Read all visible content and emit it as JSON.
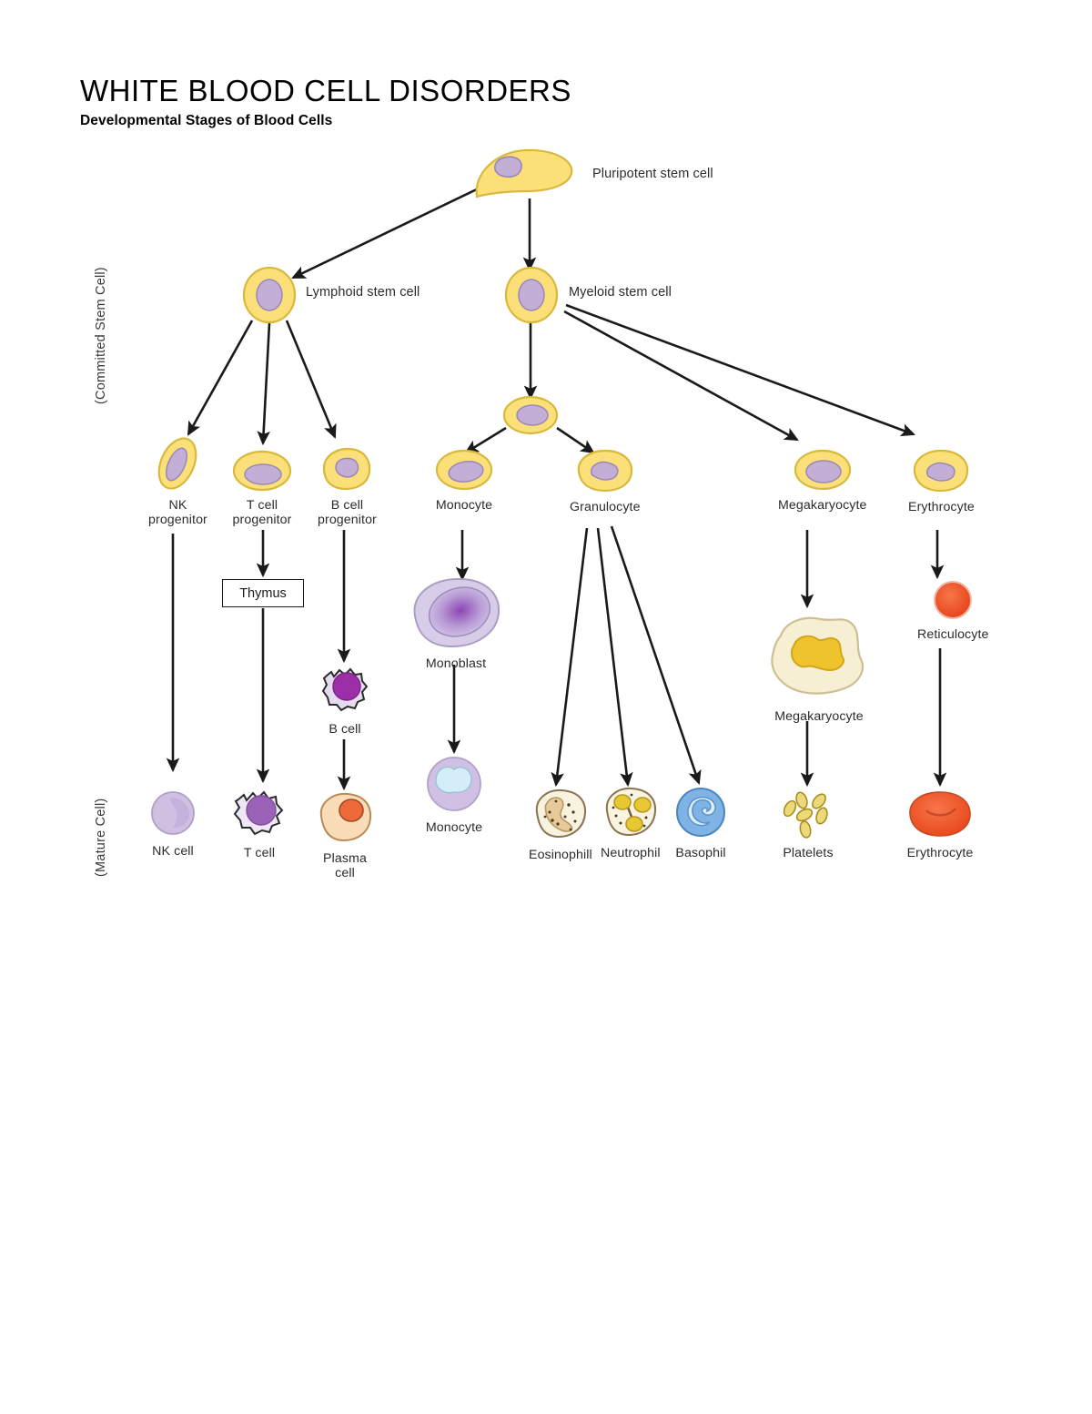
{
  "document": {
    "title": "WHITE BLOOD CELL DISORDERS",
    "subtitle": "Developmental Stages of Blood Cells"
  },
  "stage_labels": {
    "committed": "(Committed Stem Cell)",
    "mature": "(Mature Cell)"
  },
  "thymus": {
    "label": "Thymus"
  },
  "nodes": {
    "pluripotent": "Pluripotent stem cell",
    "lymphoid": "Lymphoid stem cell",
    "myeloid": "Myeloid stem cell",
    "nk_progenitor": "NK\nprogenitor",
    "t_progenitor": "T cell\nprogenitor",
    "b_progenitor": "B cell\nprogenitor",
    "monocyte_prog": "Monocyte",
    "granulocyte": "Granulocyte",
    "megakaryocyte_prog": "Megakaryocyte",
    "erythrocyte_prog": "Erythrocyte",
    "monoblast": "Monoblast",
    "b_cell": "B cell",
    "megakaryocyte_mature": "Megakaryocyte",
    "reticulocyte": "Reticulocyte",
    "nk_cell": "NK cell",
    "t_cell": "T cell",
    "plasma_cell": "Plasma\ncell",
    "monocyte_mature": "Monocyte",
    "eosinophil": "Eosinophill",
    "neutrophil": "Neutrophil",
    "basophil": "Basophil",
    "platelets": "Platelets",
    "erythrocyte_mature": "Erythrocyte"
  },
  "colors": {
    "cell_yellow": "#fbe07a",
    "cell_yellow_edge": "#e8c84a",
    "nucleus_purple": "#c3aed6",
    "nucleus_purple_edge": "#9b87b5",
    "b_cell_purple": "#9c2fa8",
    "lavender": "#cdc2e2",
    "plasma_peach": "#fbd9b4",
    "plasma_nucleus": "#ef6a3a",
    "basophil_blue": "#7fb2e5",
    "eosinophil_tan": "#e8c99a",
    "neutrophil_cream": "#f7f1d8",
    "neutrophil_lobe": "#e8c832",
    "erythrocyte_orange": "#ef5f28",
    "reticulocyte_orange": "#f0522a",
    "platelet_yellow": "#ecd97a",
    "megakaryocyte_cream": "#f5edd0",
    "megakaryocyte_core": "#efc32e",
    "arrow_black": "#1a1a1a"
  }
}
